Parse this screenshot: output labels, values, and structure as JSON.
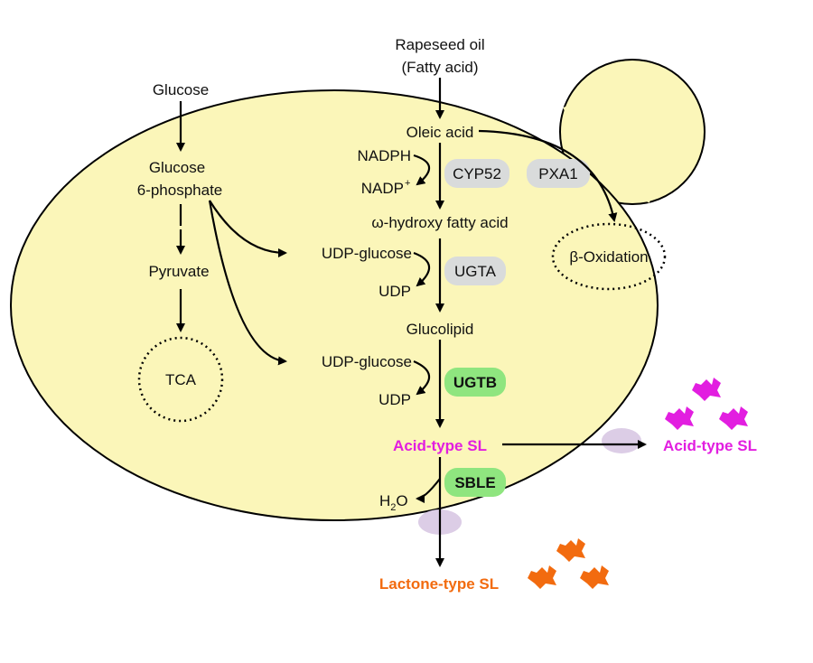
{
  "labels": {
    "rapeseed_oil": "Rapeseed oil",
    "fatty_acid": "(Fatty acid)",
    "glucose": "Glucose",
    "glucose6p_1": "Glucose",
    "glucose6p_2": "6-phosphate",
    "oleic_acid": "Oleic acid",
    "nadph": "NADPH",
    "nadp": "NADP",
    "nadp_sup": "+",
    "hydroxy": "ω-hydroxy fatty acid",
    "pyruvate": "Pyruvate",
    "udp_glucose_1": "UDP-glucose",
    "udp_1": "UDP",
    "glucolipid": "Glucolipid",
    "tca": "TCA",
    "udp_glucose_2": "UDP-glucose",
    "udp_2": "UDP",
    "acid_sl_inside": "Acid-type SL",
    "acid_sl_outside": "Acid-type SL",
    "h2o_h": "H",
    "h2o_sub": "2",
    "h2o_o": "O",
    "lactone_sl": "Lactone-type SL",
    "beta_oxidation": "β-Oxidation"
  },
  "enzymes": {
    "cyp52": "CYP52",
    "pxa1": "PXA1",
    "ugta": "UGTA",
    "ugtb": "UGTB",
    "sble": "SBLE"
  },
  "colors": {
    "cell_fill": "#fbf6b9",
    "enzyme_grey": "#d9dbdb",
    "enzyme_green": "#8fe57f",
    "acid_sl": "#e21ee0",
    "lactone_sl": "#f26b0f",
    "transporter": "#dccde6"
  }
}
